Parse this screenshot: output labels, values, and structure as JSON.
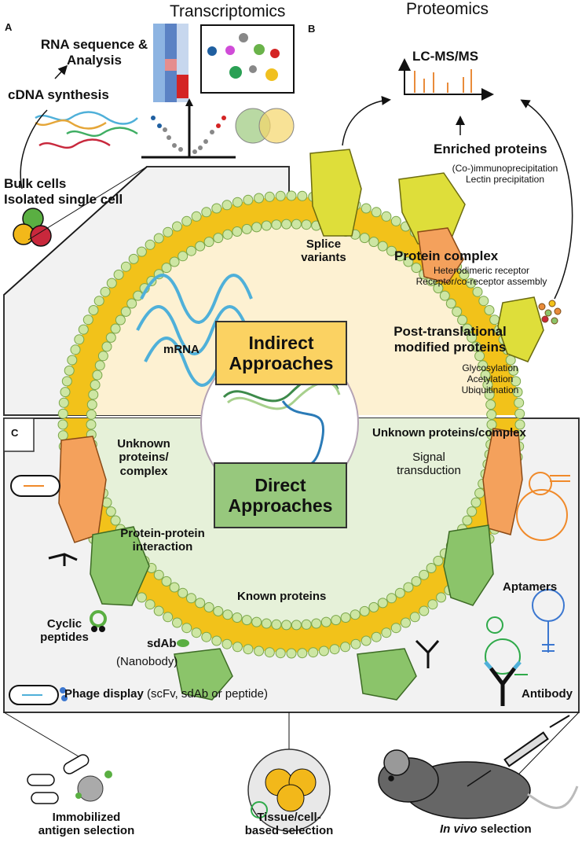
{
  "headings": {
    "transcriptomics": "Transcriptomics",
    "proteomics": "Proteomics"
  },
  "panel_letters": {
    "a": "A",
    "b": "B",
    "c": "C"
  },
  "transcriptomics": {
    "rna_seq": [
      "RNA sequence &",
      "Analysis"
    ],
    "cdna": "cDNA synthesis",
    "cells": [
      "Bulk cells",
      "Isolated single cell"
    ],
    "mrna": "mRNA"
  },
  "proteomics": {
    "lcms": "LC-MS/MS",
    "enriched": "Enriched proteins",
    "enriched_methods": [
      "(Co-)immunoprecipitation",
      "Lectin precipitation"
    ],
    "splice": [
      "Splice",
      "variants"
    ],
    "complex": "Protein complex",
    "complex_types": [
      "Heterodimeric receptor",
      "Receptor/co-receptor assembly"
    ],
    "ptm": [
      "Post-translational",
      "modified proteins"
    ],
    "ptm_types": [
      "Glycosylation",
      "Acetylation",
      "Ubiquitination"
    ]
  },
  "center": {
    "indirect": [
      "Indirect",
      "Approaches"
    ],
    "direct": [
      "Direct",
      "Approaches"
    ]
  },
  "direct_panel": {
    "unknown_left": [
      "Unknown",
      "proteins/",
      "complex"
    ],
    "unknown_right": "Unknown proteins/complex",
    "signal": [
      "Signal",
      "transduction"
    ],
    "ppi": [
      "Protein-protein",
      "interaction"
    ],
    "known": "Known proteins",
    "cyclic": [
      "Cyclic",
      "peptides"
    ],
    "sdab": "sdAb",
    "nanobody": "(Nanobody)",
    "aptamers": "Aptamers",
    "antibody": "Antibody",
    "phage_bold": "Phage display",
    "phage_rest": " (scFv, sdAb or peptide)"
  },
  "selection": {
    "immobilized": [
      "Immobilized",
      "antigen selection"
    ],
    "tissue": [
      "Tissue/cell-",
      "based selection"
    ],
    "invivo_italic": "In vivo",
    "invivo_rest": " selection"
  },
  "colors": {
    "membrane": "#f2c21a",
    "lipid_head": "#cde6a3",
    "cell_inside": "#fdf1d2",
    "direct_inside": "#e6f1d9",
    "panel_bg": "#f2f2f2",
    "indirect_box": "#fbd262",
    "direct_box": "#97c87d",
    "orange_protein": "#f4a15c",
    "green_protein": "#8bc46a",
    "yellow_protein": "#dede3a",
    "dna_blue": "#4fb0d9",
    "aptamer_orange": "#f08a2a",
    "aptamer_green": "#2faa4a",
    "aptamer_blue": "#3b77d0"
  }
}
